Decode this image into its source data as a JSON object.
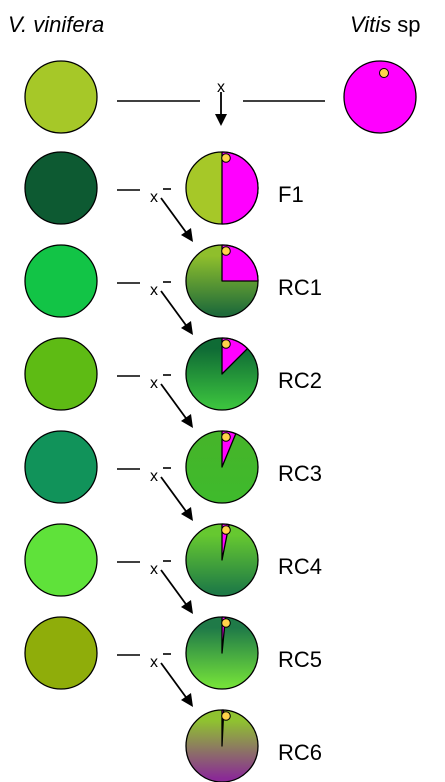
{
  "header": {
    "parent_left": "V. vinifera",
    "parent_right_italic": "Vitis",
    "parent_right_suffix": " sp"
  },
  "cross_symbol": "x",
  "colors": {
    "vinifera": "#a6c828",
    "wild": "#ff00ff",
    "pip": "#ffd24a",
    "outline": "#000000"
  },
  "parents": {
    "vinifera_color": "#a6c828",
    "wild_color": "#ff00ff"
  },
  "generations": [
    {
      "label": "F1",
      "recurrent_color": "#0d5a32",
      "wild_fraction": 0.5,
      "vin_gradient": [
        "#a6c828",
        "#a6c828"
      ]
    },
    {
      "label": "RC1",
      "recurrent_color": "#12c446",
      "wild_fraction": 0.25,
      "vin_gradient": [
        "#8fbf2c",
        "#1f6b3a"
      ]
    },
    {
      "label": "RC2",
      "recurrent_color": "#5ebb14",
      "wild_fraction": 0.125,
      "vin_gradient": [
        "#0f6b35",
        "#3bc23e"
      ]
    },
    {
      "label": "RC3",
      "recurrent_color": "#11935a",
      "wild_fraction": 0.0625,
      "vin_gradient": [
        "#45b52a",
        "#3fba2c"
      ]
    },
    {
      "label": "RC4",
      "recurrent_color": "#5fe23a",
      "wild_fraction": 0.03125,
      "vin_gradient": [
        "#66c830",
        "#1e7a46"
      ]
    },
    {
      "label": "RC5",
      "recurrent_color": "#8fad0a",
      "wild_fraction": 0.015625,
      "vin_gradient": [
        "#1f7a48",
        "#73e03a"
      ]
    },
    {
      "label": "RC6",
      "recurrent_color": null,
      "wild_fraction": 0.0078125,
      "vin_gradient": [
        "#8fc230",
        "#8a2a96"
      ]
    }
  ]
}
